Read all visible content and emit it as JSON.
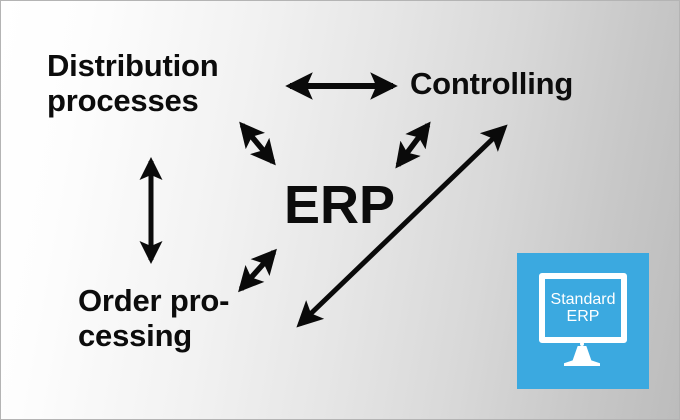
{
  "diagram": {
    "title_center": "ERP",
    "background": {
      "gradient_from": "#ffffff",
      "gradient_to": "#bcbcbc",
      "border_color": "#b4b4b4"
    },
    "nodes": [
      {
        "id": "distribution",
        "label": "Distribution\nprocesses"
      },
      {
        "id": "controlling",
        "label": "Controlling"
      },
      {
        "id": "erp",
        "label": "ERP"
      },
      {
        "id": "order",
        "label": "Order pro-\ncessing"
      }
    ],
    "connections": [
      {
        "id": "distribution-controlling",
        "from": "distribution",
        "to": "controlling",
        "style": "double-headed"
      },
      {
        "id": "distribution-order",
        "from": "distribution",
        "to": "order",
        "style": "double-headed"
      },
      {
        "id": "distribution-erp",
        "from": "distribution",
        "to": "erp",
        "style": "double-headed"
      },
      {
        "id": "controlling-erp",
        "from": "controlling",
        "to": "erp",
        "style": "double-headed"
      },
      {
        "id": "order-erp",
        "from": "order",
        "to": "erp",
        "style": "double-headed"
      },
      {
        "id": "order-controlling",
        "from": "order",
        "to": "controlling",
        "style": "double-headed"
      }
    ],
    "arrow_color": "#0a0a0a"
  },
  "logo": {
    "badge_color": "#3ba9e0",
    "icon_color": "#ffffff",
    "icon_name": "desktop-monitor-icon",
    "line1": "Standard",
    "line2": "ERP"
  }
}
